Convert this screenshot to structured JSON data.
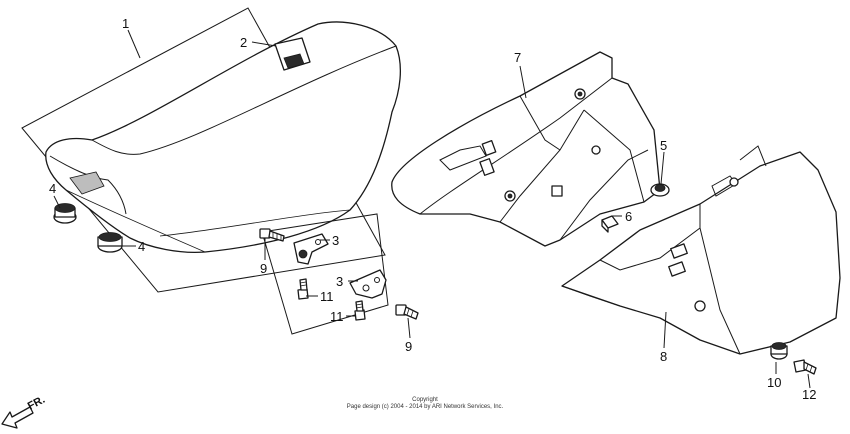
{
  "callouts": {
    "c1": "1",
    "c2": "2",
    "c3a": "3",
    "c3b": "3",
    "c4a": "4",
    "c4b": "4",
    "c5": "5",
    "c6": "6",
    "c7": "7",
    "c8": "8",
    "c9a": "9",
    "c9b": "9",
    "c10": "10",
    "c11a": "11",
    "c11b": "11",
    "c12": "12"
  },
  "direction_label": "FR.",
  "copyright": {
    "line1": "Copyright",
    "line2": "Page design (c) 2004 - 2014 by ARI Network Services, Inc."
  }
}
